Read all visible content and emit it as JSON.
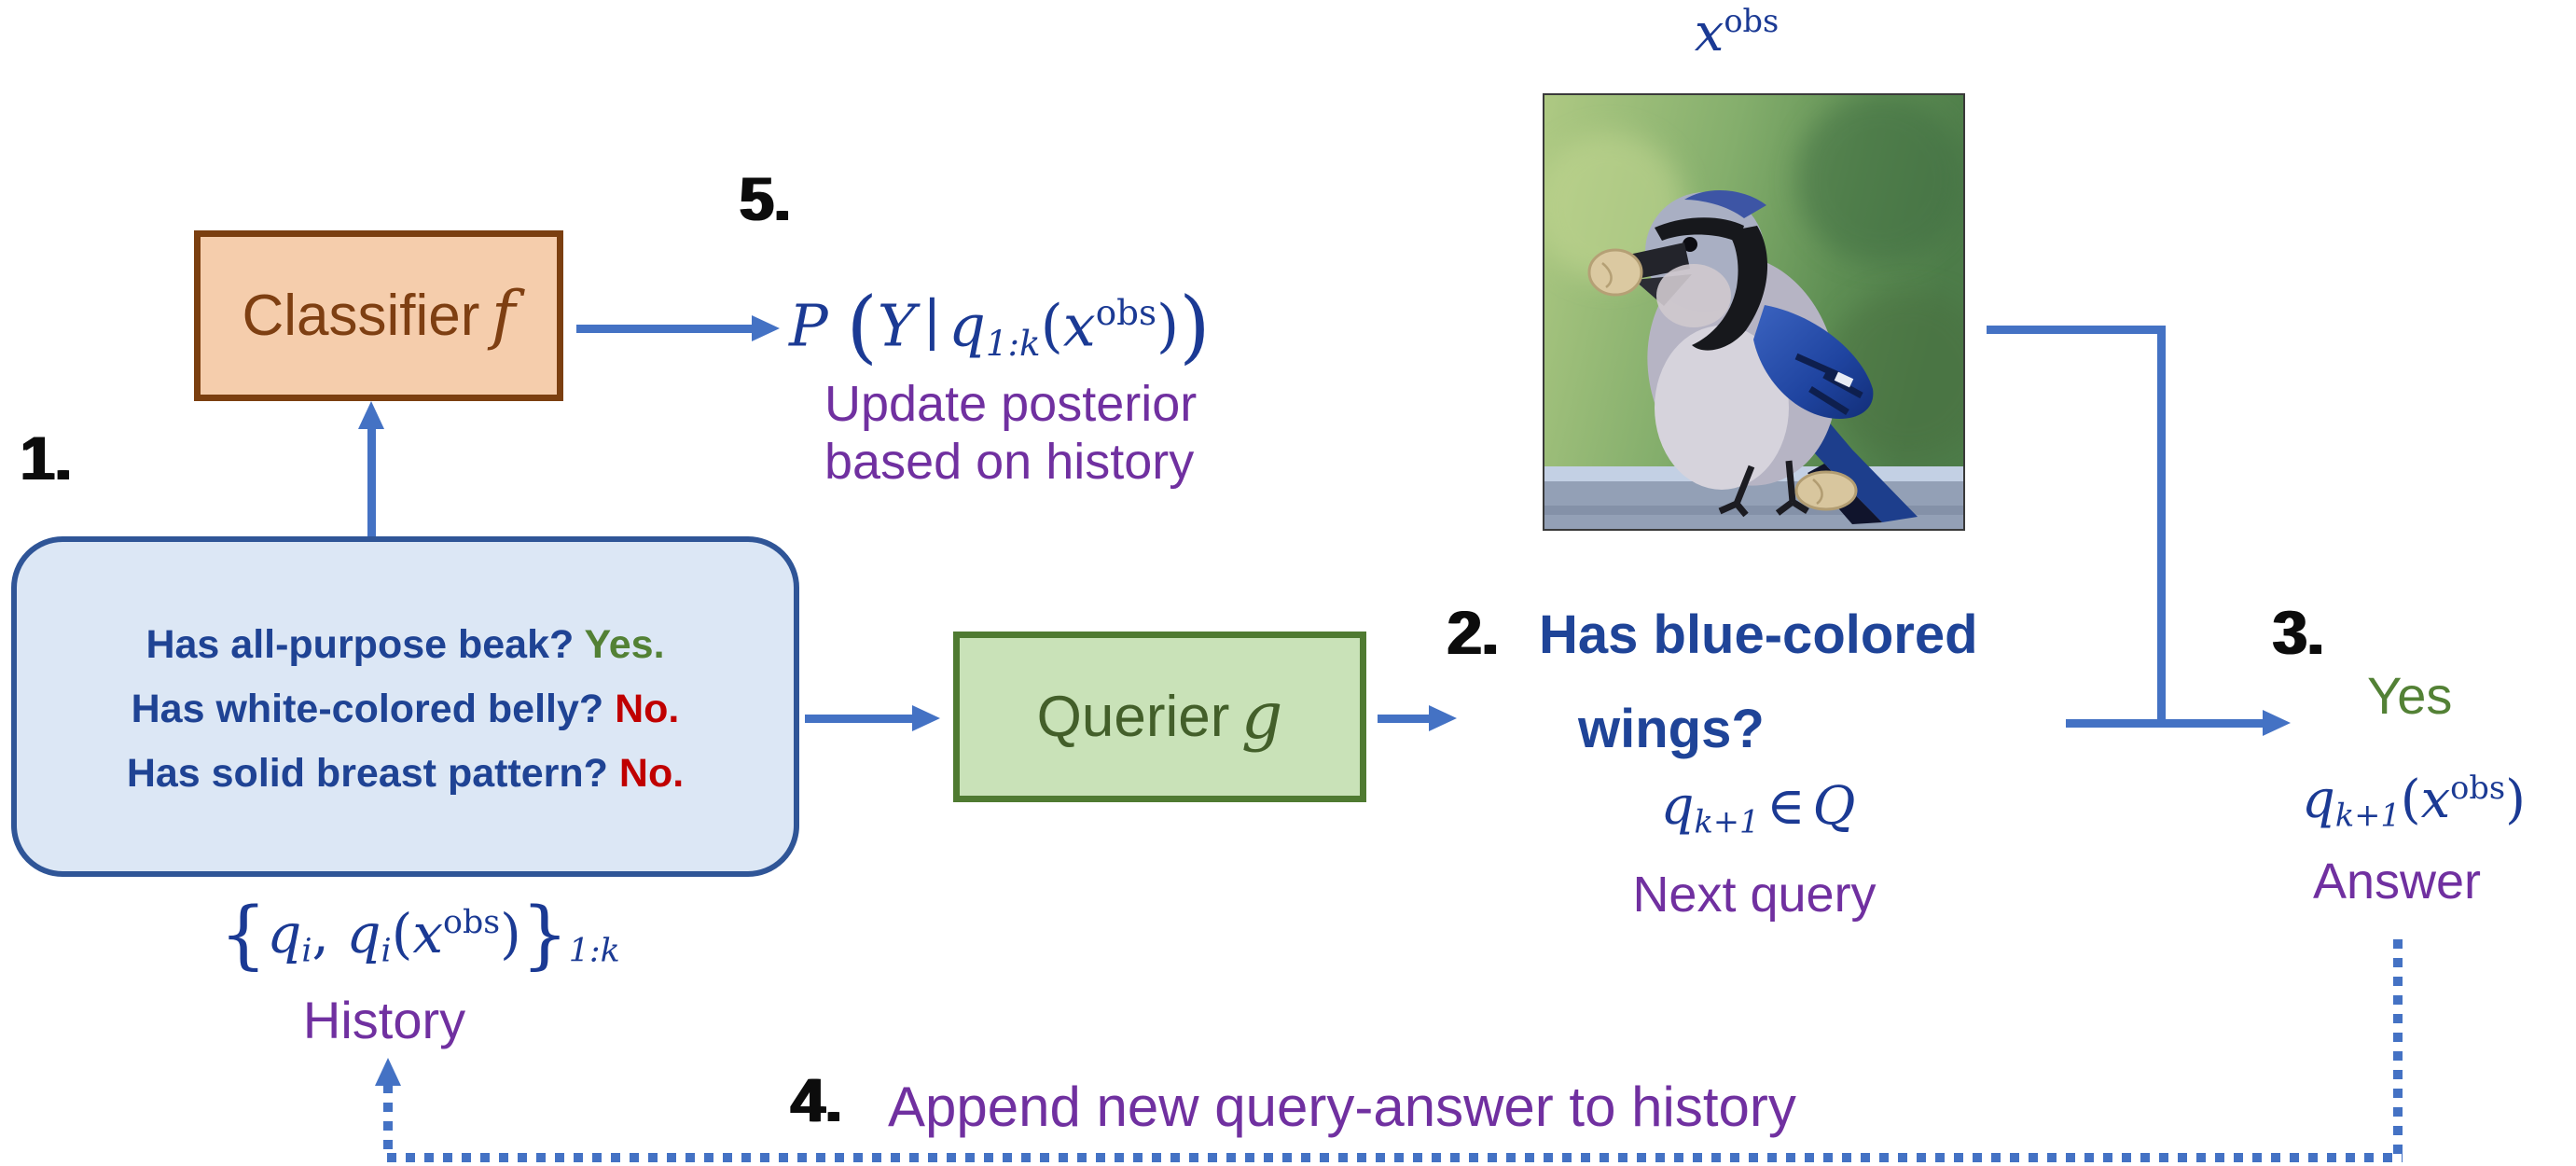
{
  "figure": {
    "type": "flow-diagram",
    "description": "Information pursuit loop: querier selects next query about observed image, answer appended to history, classifier updates posterior"
  },
  "colors": {
    "arrow_blue": "#4472C4",
    "math_blue": "#1b3a94",
    "question_blue": "#1f4498",
    "annotation_purple": "#7030A0",
    "yes_green": "#538135",
    "no_red": "#C00000",
    "classifier_fill": "#F5CDAC",
    "classifier_border": "#7B3F10",
    "querier_fill": "#C9E2B8",
    "querier_border": "#4F7A31",
    "history_fill": "#DCE7F5",
    "history_border": "#2F5597",
    "step_number_black": "#0c0c0c"
  },
  "steps": {
    "s1": "1.",
    "s2": "2.",
    "s3": "3.",
    "s4": "4.",
    "s5": "5."
  },
  "classifier": {
    "label": "Classifier",
    "symbol": "f"
  },
  "querier": {
    "label": "Querier",
    "symbol": "g"
  },
  "history_box": {
    "lines": [
      {
        "q": "Has all-purpose beak? ",
        "a": "Yes.",
        "a_class": "ans-yes"
      },
      {
        "q": "Has white-colored belly? ",
        "a": "No.",
        "a_class": "ans-no"
      },
      {
        "q": "Has solid breast pattern? ",
        "a": "No.",
        "a_class": "ans-no"
      }
    ]
  },
  "question": {
    "line1": "Has blue-colored",
    "line2": "wings?"
  },
  "annotations": {
    "update_line1": "Update posterior",
    "update_line2": "based on history",
    "next_query": "Next query",
    "answer_label": "Answer",
    "answer_value": "Yes",
    "history_label": "History",
    "append": "Append new query-answer to history"
  },
  "math": {
    "posterior": [
      {
        "t": "v",
        "v": "P"
      },
      {
        "t": "r",
        "v": " "
      },
      {
        "t": "bp",
        "v": "("
      },
      {
        "t": "v",
        "v": "Y"
      },
      {
        "t": "mid",
        "v": "∣"
      },
      {
        "t": "v",
        "v": "q"
      },
      {
        "t": "sub",
        "v": "1:k"
      },
      {
        "t": "r",
        "v": "("
      },
      {
        "t": "v",
        "v": "x"
      },
      {
        "t": "sup",
        "v": "obs"
      },
      {
        "t": "r",
        "v": ")"
      },
      {
        "t": "bp",
        "v": ")"
      }
    ],
    "next_query": [
      {
        "t": "v",
        "v": "q"
      },
      {
        "t": "sub",
        "v": "k+1"
      },
      {
        "t": "mid",
        "v": "∈"
      },
      {
        "t": "v",
        "v": "Q"
      }
    ],
    "answer": [
      {
        "t": "v",
        "v": "q"
      },
      {
        "t": "sub",
        "v": "k+1"
      },
      {
        "t": "r",
        "v": "("
      },
      {
        "t": "v",
        "v": "x"
      },
      {
        "t": "sup",
        "v": "obs"
      },
      {
        "t": "r",
        "v": ")"
      }
    ],
    "history_set": [
      {
        "t": "bp",
        "v": "{"
      },
      {
        "t": "v",
        "v": "q"
      },
      {
        "t": "sub",
        "v": "i"
      },
      {
        "t": "r",
        "v": ", "
      },
      {
        "t": "v",
        "v": "q"
      },
      {
        "t": "sub",
        "v": "i"
      },
      {
        "t": "r",
        "v": "("
      },
      {
        "t": "v",
        "v": "x"
      },
      {
        "t": "sup",
        "v": "obs"
      },
      {
        "t": "r",
        "v": ")"
      },
      {
        "t": "bp",
        "v": "}"
      },
      {
        "t": "sub",
        "v": "1:k"
      }
    ],
    "xobs": [
      {
        "t": "v",
        "v": "x"
      },
      {
        "t": "sup",
        "v": "obs"
      }
    ]
  }
}
